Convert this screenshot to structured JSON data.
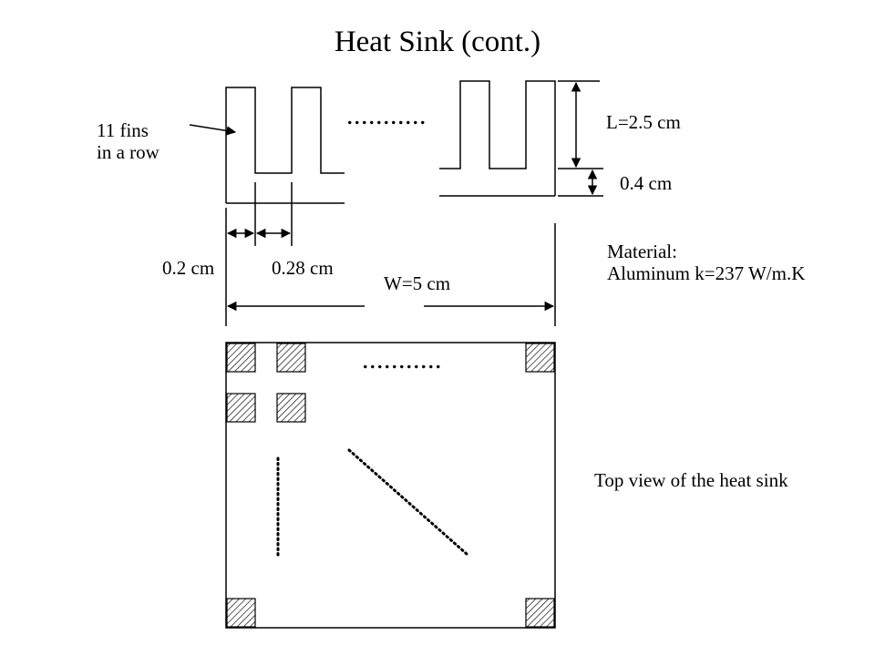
{
  "title": "Heat Sink (cont.)",
  "fins_label": [
    "11 fins",
    "in a row"
  ],
  "dimension_labels": {
    "fin_length": "L=2.5 cm",
    "base_thickness": "0.4 cm",
    "fin_thickness": "0.2 cm",
    "fin_spacing": "0.28 cm",
    "width": "W=5 cm"
  },
  "material": {
    "heading": "Material:",
    "value": "Aluminum k=237 W/m.K"
  },
  "ellipsis": "...........",
  "top_view_caption": "Top view of the heat sink"
}
